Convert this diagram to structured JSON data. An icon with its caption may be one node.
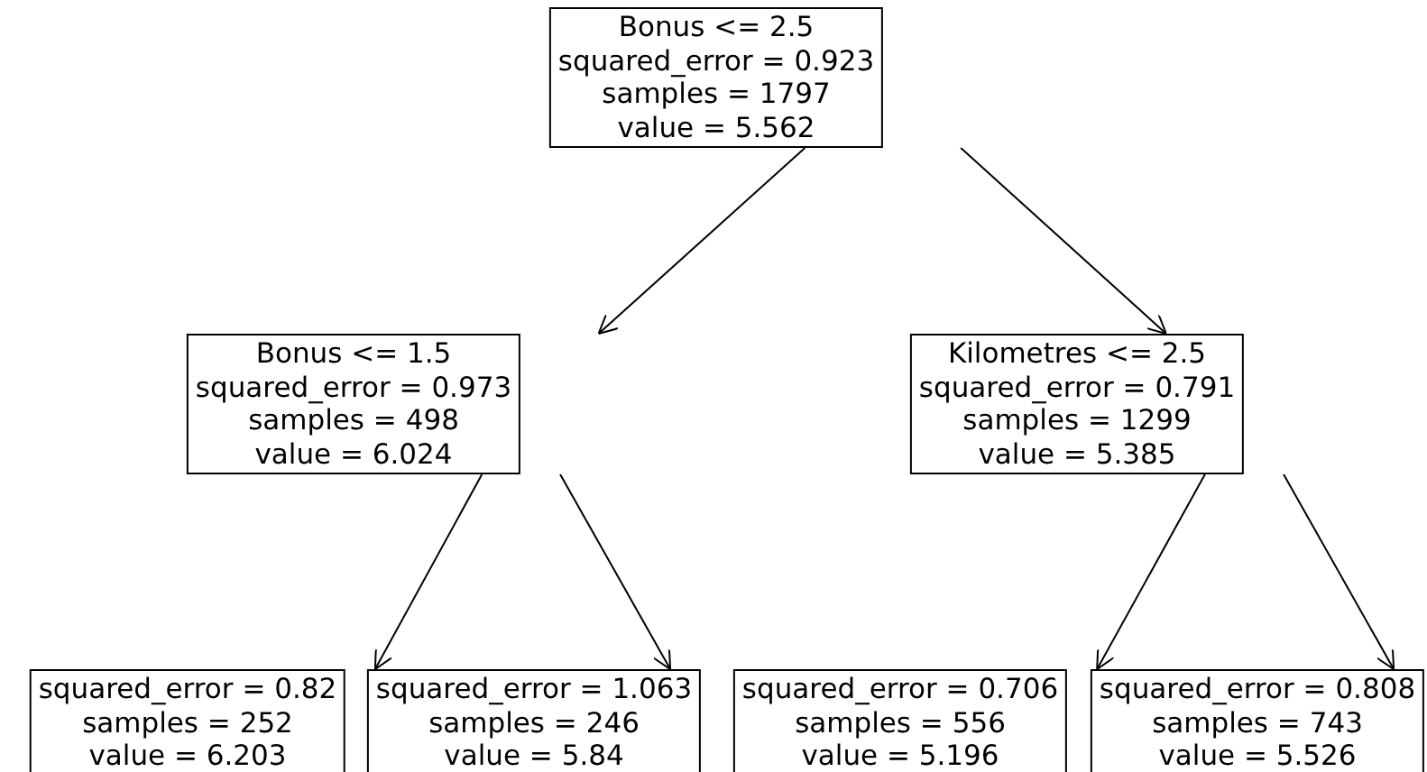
{
  "diagram": {
    "nodes": [
      {
        "text": [
          "Bonus <= 2.5",
          "squared_error = 0.923",
          "samples = 1797",
          "value = 5.562"
        ]
      },
      {
        "text": [
          "Bonus <= 1.5",
          "squared_error = 0.973",
          "samples = 498",
          "value = 6.024"
        ]
      },
      {
        "text": [
          "Kilometres <= 2.5",
          "squared_error = 0.791",
          "samples = 1299",
          "value = 5.385"
        ]
      },
      {
        "text": [
          "squared_error = 0.82",
          "samples = 252",
          "value = 6.203"
        ]
      },
      {
        "text": [
          "squared_error = 1.063",
          "samples = 246",
          "value = 5.84"
        ]
      },
      {
        "text": [
          "squared_error = 0.706",
          "samples = 556",
          "value = 5.196"
        ]
      },
      {
        "text": [
          "squared_error = 0.808",
          "samples = 743",
          "value = 5.526"
        ]
      }
    ],
    "edges": [
      {
        "from": 0,
        "to": 1,
        "arrow": "to"
      },
      {
        "from": 0,
        "to": 2,
        "arrow": "to"
      },
      {
        "from": 1,
        "to": 3,
        "arrow": "to"
      },
      {
        "from": 1,
        "to": 4,
        "arrow": "to"
      },
      {
        "from": 2,
        "to": 5,
        "arrow": "to"
      },
      {
        "from": 2,
        "to": 6,
        "arrow": "to"
      }
    ]
  }
}
